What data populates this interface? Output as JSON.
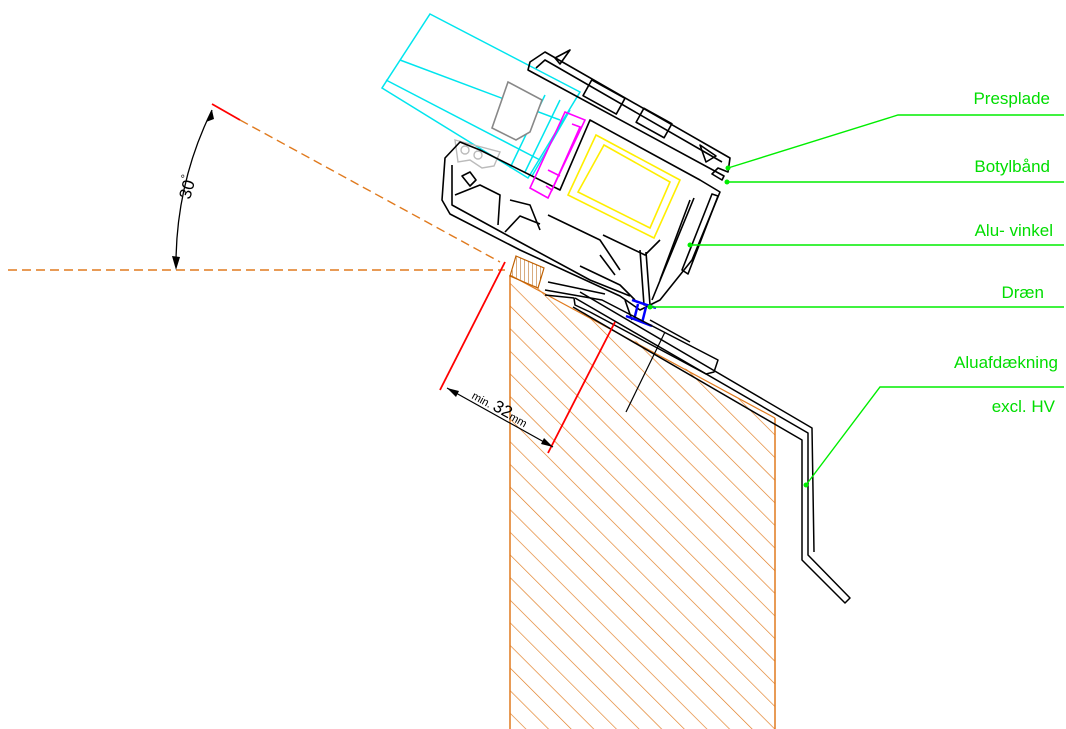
{
  "angle": {
    "label": "30",
    "unit": "°"
  },
  "dimension": {
    "prefix": "min.",
    "value": "32",
    "unit": "mm"
  },
  "labels": {
    "presplade": "Presplade",
    "botylbaand": "Botylbånd",
    "alu_vinkel": "Alu- vinkel",
    "draen": "Dræn",
    "aluafdaekning": "Aluafdækning",
    "excl_hv": "excl. HV"
  },
  "colors": {
    "leader": "#00ee00",
    "label_text": "#00dd00",
    "dimension": "#ff0000",
    "reference": "#e07a1e",
    "glass": "#00e5ee",
    "insulation": "#ffee00",
    "gasket": "#ff00ff",
    "drain": "#0000ff",
    "profile": "#000000"
  }
}
